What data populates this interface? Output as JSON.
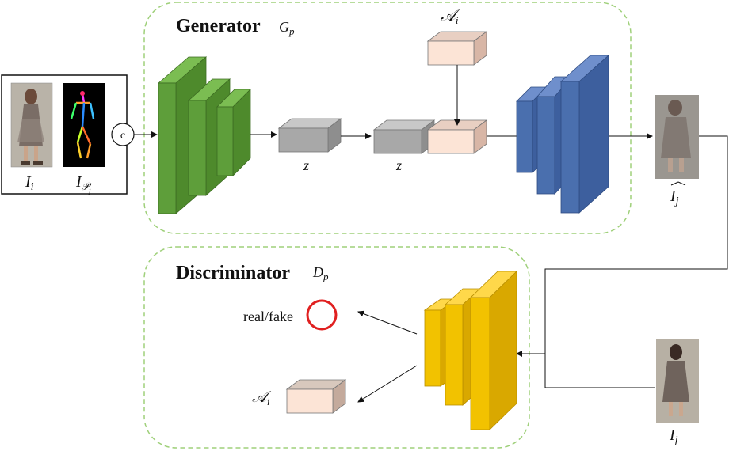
{
  "generator": {
    "title": "Generator",
    "symbol": "G",
    "symbol_sub": "p",
    "colors": {
      "encoder": "#5e9e3a",
      "decoder": "#4a6fae",
      "region_border": "#9fd07a"
    }
  },
  "discriminator": {
    "title": "Discriminator",
    "symbol": "D",
    "symbol_sub": "p",
    "colors": {
      "body": "#f2c200",
      "output_circle": "#e02020"
    }
  },
  "input": {
    "image_label": "I",
    "image_sub": "i",
    "pose_label": "I",
    "pose_sub": "𝒫",
    "pose_sub2": "j",
    "concat_symbol": "c"
  },
  "latent": {
    "left_label": "z",
    "right_label": "z"
  },
  "attribute": {
    "label": "𝒜",
    "sub": "i",
    "color": "#fce4d6"
  },
  "output": {
    "generated_label": "I",
    "generated_sub": "j",
    "real_label": "I",
    "real_sub": "j"
  },
  "disc_outputs": {
    "realfake_label": "real/fake",
    "attr_label": "𝒜",
    "attr_sub": "i"
  }
}
